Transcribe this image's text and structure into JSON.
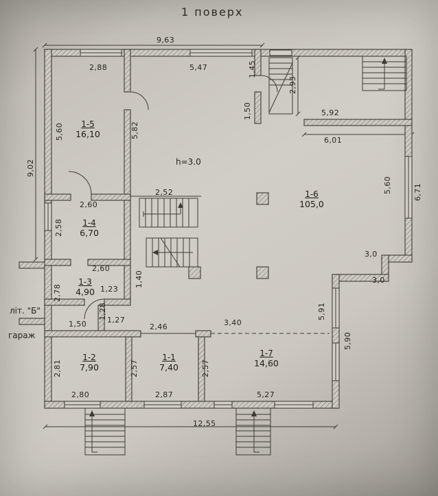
{
  "page": {
    "title": "1  поверх"
  },
  "notes": {
    "ceiling_height": "h=3.0",
    "adjacent_label": "літ. \"Б\"",
    "adjacent_name": "гараж"
  },
  "rooms": {
    "r15": {
      "id": "1-5",
      "area": "16,10"
    },
    "r14": {
      "id": "1-4",
      "area": "6,70"
    },
    "r13": {
      "id": "1-3",
      "area": "4,90"
    },
    "r12": {
      "id": "1-2",
      "area": "7,90"
    },
    "r11": {
      "id": "1-1",
      "area": "7,40"
    },
    "r17": {
      "id": "1-7",
      "area": "14,60"
    },
    "r16": {
      "id": "1-6",
      "area": "105,0"
    }
  },
  "dims": {
    "top_total": "9,63",
    "top_seg_a": "2,88",
    "top_seg_b": "5,47",
    "vest_wall_a": "1,45",
    "vest_stair_h": "2,93",
    "vest_wall_b": "1,50",
    "vest_width_a": "5,92",
    "vest_width_b": "6,01",
    "r15_left": "5,60",
    "r15_right": "5,82",
    "left_total": "9,02",
    "stair_width": "2,52",
    "r14_width": "2,60",
    "r14_height": "2,58",
    "r16_right": "5,60",
    "right_total": "6,71",
    "bay_upper": "3,0",
    "bay_lower": "3,0",
    "r13_width": "2,60",
    "stair_lower": "1,40",
    "r13_height": "2,78",
    "r13_door": "1,23",
    "lobby_h": "1,28",
    "lobby_w_a": "1,50",
    "lobby_w_b": "1,27",
    "r11_opening": "2,46",
    "r17_opening": "3,40",
    "right_win_a": "5,91",
    "right_win_b": "5,90",
    "r12_height": "2,81",
    "r11_height": "2,57",
    "r17_height": "2,57",
    "r12_width": "2,80",
    "r11_width": "2,87",
    "r17_width": "5,27",
    "bottom_total": "12,55"
  }
}
